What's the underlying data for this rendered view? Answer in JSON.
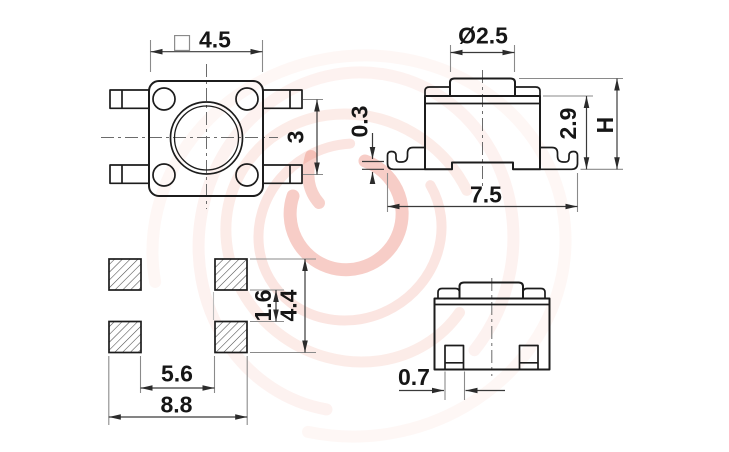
{
  "drawing_type": "tact-switch-dimension-drawing",
  "colors": {
    "line": "#1c1c1c",
    "dimension": "#3a3a3a",
    "extension": "#8a8a8a",
    "watermark": "#e86752",
    "background": "#ffffff"
  },
  "views": {
    "top": {
      "body_size_symbol": "□",
      "body_size": "4.5",
      "pin_row_pitch": "3"
    },
    "side": {
      "actuator_diameter": "Ø2.5",
      "lead_thickness": "0.3",
      "body_height": "2.9",
      "total_height": "H",
      "lead_span": "7.5"
    },
    "footprint": {
      "pad_inner_gap_vertical": "1.6",
      "pad_span_vertical": "4.4",
      "pad_inner_gap_horizontal": "5.6",
      "pad_span_horizontal": "8.8"
    },
    "front": {
      "lead_width": "0.7"
    }
  }
}
